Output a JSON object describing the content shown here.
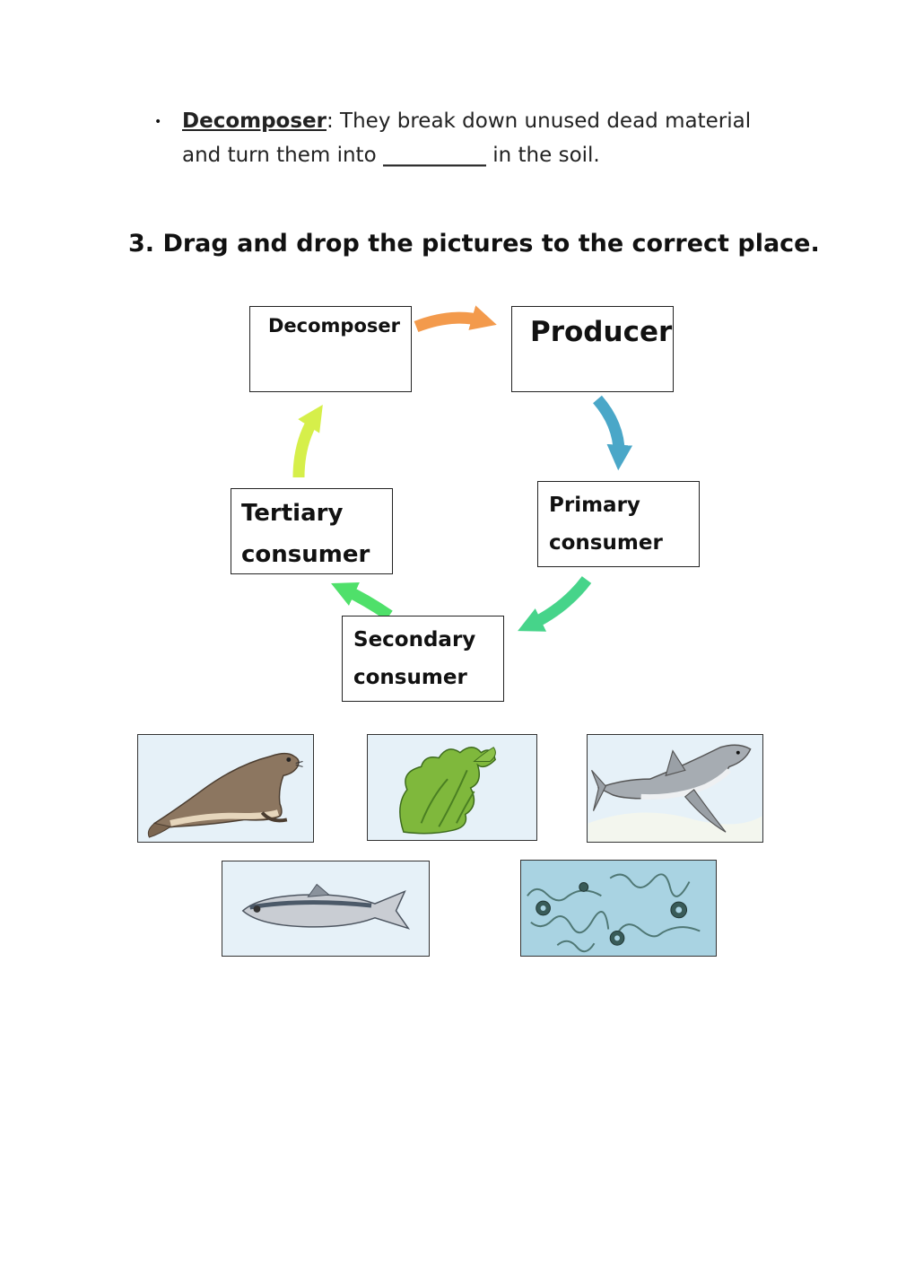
{
  "bullet": {
    "marker": "•",
    "term": "Decomposer",
    "text_a": ": They break down unused dead material and turn them into ",
    "blank": "__________",
    "text_b": " in the soil."
  },
  "question": {
    "title": "3. Drag and drop the pictures to the correct place."
  },
  "cycle": {
    "decomposer": "Decomposer",
    "producer": "Producer",
    "primary_line1": "Primary",
    "primary_line2": "consumer",
    "secondary_line1": "Secondary",
    "secondary_line2": "consumer",
    "tertiary_line1": "Tertiary",
    "tertiary_line2": "consumer"
  },
  "colors": {
    "arrow_decomposer_to_producer": "#f39a4c",
    "arrow_producer_to_primary": "#4aa7c8",
    "arrow_primary_to_secondary": "#46d48a",
    "arrow_secondary_to_tertiary": "#4fe06a",
    "arrow_tertiary_to_decomposer": "#d6ef4a",
    "picture_background": "#e6f1f8"
  },
  "pictures": [
    {
      "icon": "seal-image"
    },
    {
      "icon": "seaweed-image"
    },
    {
      "icon": "shark-image"
    },
    {
      "icon": "fish-image"
    },
    {
      "icon": "bacteria-image"
    }
  ]
}
